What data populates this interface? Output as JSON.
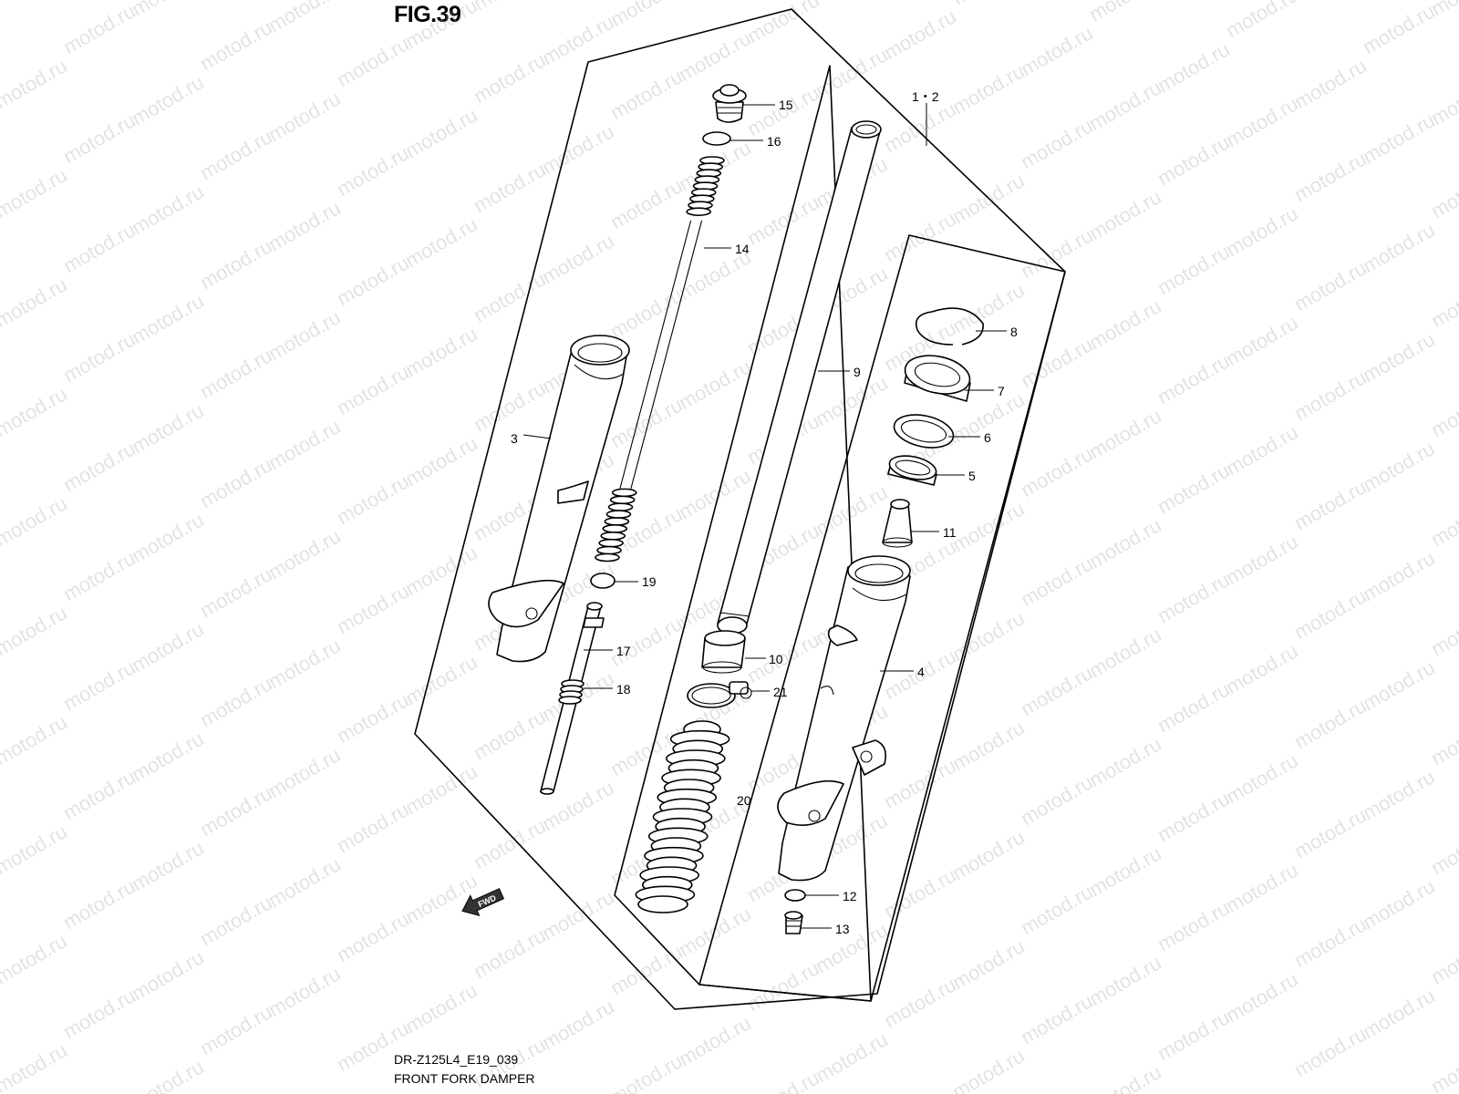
{
  "figure": {
    "title": "FIG.39",
    "model_code": "DR-Z125L4_E19_039",
    "caption": "FRONT FORK DAMPER"
  },
  "watermark": {
    "text": "motod.ru",
    "color": "#9a9a9a"
  },
  "fwd_marker": {
    "text": "FWD"
  },
  "assembly_label": "1・2",
  "callouts": [
    {
      "id": "15",
      "text": "15"
    },
    {
      "id": "16",
      "text": "16"
    },
    {
      "id": "14",
      "text": "14"
    },
    {
      "id": "3",
      "text": "3"
    },
    {
      "id": "19",
      "text": "19"
    },
    {
      "id": "17",
      "text": "17"
    },
    {
      "id": "18",
      "text": "18"
    },
    {
      "id": "9",
      "text": "9"
    },
    {
      "id": "10",
      "text": "10"
    },
    {
      "id": "21",
      "text": "21"
    },
    {
      "id": "20",
      "text": "20"
    },
    {
      "id": "8",
      "text": "8"
    },
    {
      "id": "7",
      "text": "7"
    },
    {
      "id": "6",
      "text": "6"
    },
    {
      "id": "5",
      "text": "5"
    },
    {
      "id": "11",
      "text": "11"
    },
    {
      "id": "4",
      "text": "4"
    },
    {
      "id": "12",
      "text": "12"
    },
    {
      "id": "13",
      "text": "13"
    }
  ]
}
